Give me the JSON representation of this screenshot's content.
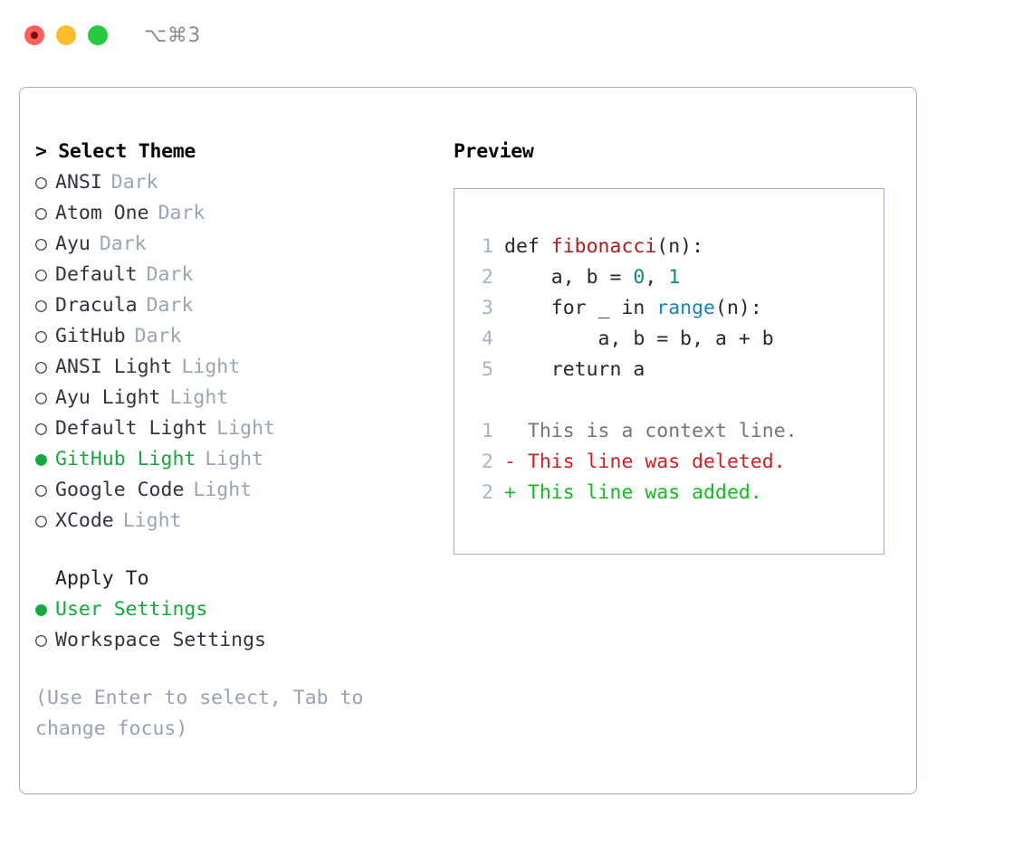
{
  "titlebar": {
    "shortcut": "⌥⌘3",
    "lights": [
      {
        "name": "close",
        "color": "#ff6057"
      },
      {
        "name": "minimize",
        "color": "#febc2e"
      },
      {
        "name": "maximize",
        "color": "#28c840"
      }
    ]
  },
  "theme_picker": {
    "header": "> Select Theme",
    "selected_glyph": "●",
    "unselected_glyph": "○",
    "themes": [
      {
        "label": "ANSI",
        "variant": "Dark",
        "selected": false
      },
      {
        "label": "Atom One",
        "variant": "Dark",
        "selected": false
      },
      {
        "label": "Ayu",
        "variant": "Dark",
        "selected": false
      },
      {
        "label": "Default",
        "variant": "Dark",
        "selected": false
      },
      {
        "label": "Dracula",
        "variant": "Dark",
        "selected": false
      },
      {
        "label": "GitHub",
        "variant": "Dark",
        "selected": false
      },
      {
        "label": "ANSI Light",
        "variant": "Light",
        "selected": false
      },
      {
        "label": "Ayu Light",
        "variant": "Light",
        "selected": false
      },
      {
        "label": "Default Light",
        "variant": "Light",
        "selected": false
      },
      {
        "label": "GitHub Light",
        "variant": "Light",
        "selected": true
      },
      {
        "label": "Google Code",
        "variant": "Light",
        "selected": false
      },
      {
        "label": "XCode",
        "variant": "Light",
        "selected": false
      }
    ]
  },
  "apply_to": {
    "header": "Apply To",
    "options": [
      {
        "label": "User Settings",
        "selected": true
      },
      {
        "label": "Workspace Settings",
        "selected": false
      }
    ]
  },
  "hint": "(Use Enter to select, Tab to change focus)",
  "preview": {
    "header": "Preview",
    "code_lines": [
      {
        "num": "1",
        "tokens": [
          {
            "text": "def ",
            "kind": "plain"
          },
          {
            "text": "fibonacci",
            "kind": "fn"
          },
          {
            "text": "(n):",
            "kind": "plain"
          }
        ]
      },
      {
        "num": "2",
        "tokens": [
          {
            "text": "    a, b = ",
            "kind": "plain"
          },
          {
            "text": "0",
            "kind": "num"
          },
          {
            "text": ", ",
            "kind": "plain"
          },
          {
            "text": "1",
            "kind": "num"
          }
        ]
      },
      {
        "num": "3",
        "tokens": [
          {
            "text": "    for _ in ",
            "kind": "plain"
          },
          {
            "text": "range",
            "kind": "call"
          },
          {
            "text": "(n):",
            "kind": "plain"
          }
        ]
      },
      {
        "num": "4",
        "tokens": [
          {
            "text": "        a, b = b, a + b",
            "kind": "plain"
          }
        ]
      },
      {
        "num": "5",
        "tokens": [
          {
            "text": "    return a",
            "kind": "plain"
          }
        ]
      }
    ],
    "diff_lines": [
      {
        "num": "1",
        "marker": "  ",
        "text": "This is a context line.",
        "kind": "ctx"
      },
      {
        "num": "2",
        "marker": "- ",
        "text": "This line was deleted.",
        "kind": "del"
      },
      {
        "num": "2",
        "marker": "+ ",
        "text": "This line was added.",
        "kind": "add"
      }
    ]
  },
  "colors": {
    "accent_green": "#17a83c",
    "border": "#a3aebd",
    "muted": "#9aa5b4",
    "line_number": "#a9b4c3",
    "code_fn": "#a71d23",
    "code_num": "#0d8686",
    "code_call": "#1a84b8",
    "diff_context": "#6e7681",
    "diff_deleted": "#cc2026",
    "diff_added": "#16b823"
  }
}
